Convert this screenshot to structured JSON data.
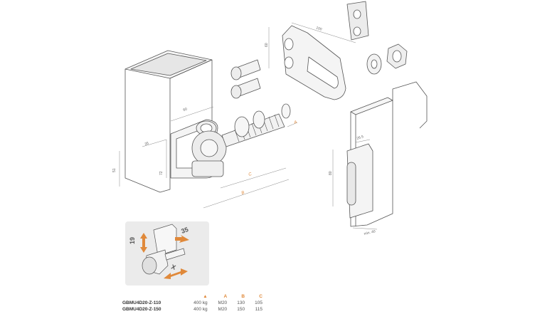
{
  "colors": {
    "line": "#555555",
    "accent": "#e0893a",
    "inset_bg": "#ebebeb",
    "metal": "#f4f4f4"
  },
  "dimensions": {
    "plate_width": "100",
    "plate_height": "60",
    "bracket_width": "60",
    "bracket_depth": "35",
    "bracket_height": "72",
    "post_height": "51",
    "post_mount_height": "80",
    "post_offset": "26.5",
    "post_base": "min. 40"
  },
  "labels": {
    "a": "A",
    "b": "B",
    "c": "C"
  },
  "inset": {
    "vertical_adjust": "19",
    "horizontal_adjust": "35",
    "axial_adjust": "X"
  },
  "table": {
    "headers": [
      "A",
      "B",
      "C"
    ],
    "rows": [
      {
        "model": "GBMU4D20-Z-110",
        "load": "400 kg",
        "a": "M20",
        "b": "130",
        "c": "105"
      },
      {
        "model": "GBMU4D20-Z-150",
        "load": "400 kg",
        "a": "M20",
        "b": "150",
        "c": "115"
      }
    ]
  }
}
